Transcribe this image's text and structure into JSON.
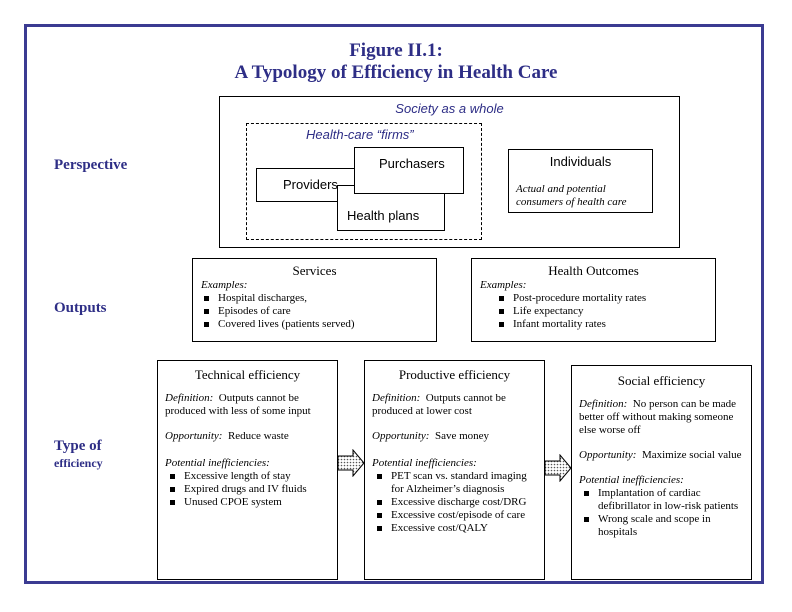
{
  "figure": {
    "label": "Figure II.1:",
    "title": "A Typology of Efficiency in Health Care"
  },
  "rows": {
    "perspective": "Perspective",
    "outputs": "Outputs",
    "type_line1": "Type of",
    "type_line2": "efficiency"
  },
  "perspective": {
    "society": "Society as a whole",
    "firms": "Health-care “firms”",
    "providers": "Providers",
    "purchasers": "Purchasers",
    "health_plans": "Health plans",
    "individuals": "Individuals",
    "individuals_desc": "Actual and potential consumers of health care"
  },
  "outputs": {
    "services": {
      "title": "Services",
      "examples_label": "Examples:",
      "items": [
        "Hospital discharges,",
        "Episodes of care",
        "Covered lives (patients served)"
      ]
    },
    "health_outcomes": {
      "title": "Health Outcomes",
      "examples_label": "Examples:",
      "items": [
        "Post-procedure mortality rates",
        "Life expectancy",
        "Infant mortality rates"
      ]
    }
  },
  "efficiency": {
    "technical": {
      "title": "Technical efficiency",
      "definition_label": "Definition:",
      "definition": "Outputs cannot be produced with less of some input",
      "opportunity_label": "Opportunity:",
      "opportunity": "Reduce waste",
      "inefficiencies_label": "Potential inefficiencies:",
      "items": [
        "Excessive length of stay",
        "Expired drugs and IV fluids",
        "Unused CPOE system"
      ]
    },
    "productive": {
      "title": "Productive efficiency",
      "definition_label": "Definition:",
      "definition": "Outputs cannot be produced at lower cost",
      "opportunity_label": "Opportunity:",
      "opportunity": "Save money",
      "inefficiencies_label": "Potential inefficiencies:",
      "items": [
        "PET scan vs. standard imaging for Alzheimer’s diagnosis",
        "Excessive discharge cost/DRG",
        "Excessive cost/episode of care",
        "Excessive cost/QALY"
      ]
    },
    "social": {
      "title": "Social efficiency",
      "definition_label": "Definition:",
      "definition": "No person can be made better off without making someone else worse off",
      "opportunity_label": "Opportunity:",
      "opportunity": "Maximize social value",
      "inefficiencies_label": "Potential inefficiencies:",
      "items": [
        "Implantation of cardiac defibrillator in low-risk patients",
        "Wrong scale and scope in hospitals"
      ]
    }
  },
  "colors": {
    "accent": "#2e2e86",
    "frame": "#3b3b92"
  }
}
